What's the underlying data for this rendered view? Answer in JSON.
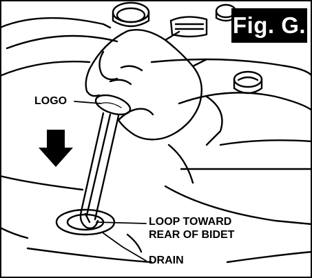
{
  "figure": {
    "label": "Fig. G."
  },
  "callouts": {
    "logo": "LOGO",
    "loop_line1": "LOOP TOWARD",
    "loop_line2": "REAR OF BIDET",
    "drain": "DRAIN"
  },
  "colors": {
    "ink": "#000000",
    "paper": "#ffffff"
  },
  "icons": {
    "direction": "arrow-down-icon"
  }
}
